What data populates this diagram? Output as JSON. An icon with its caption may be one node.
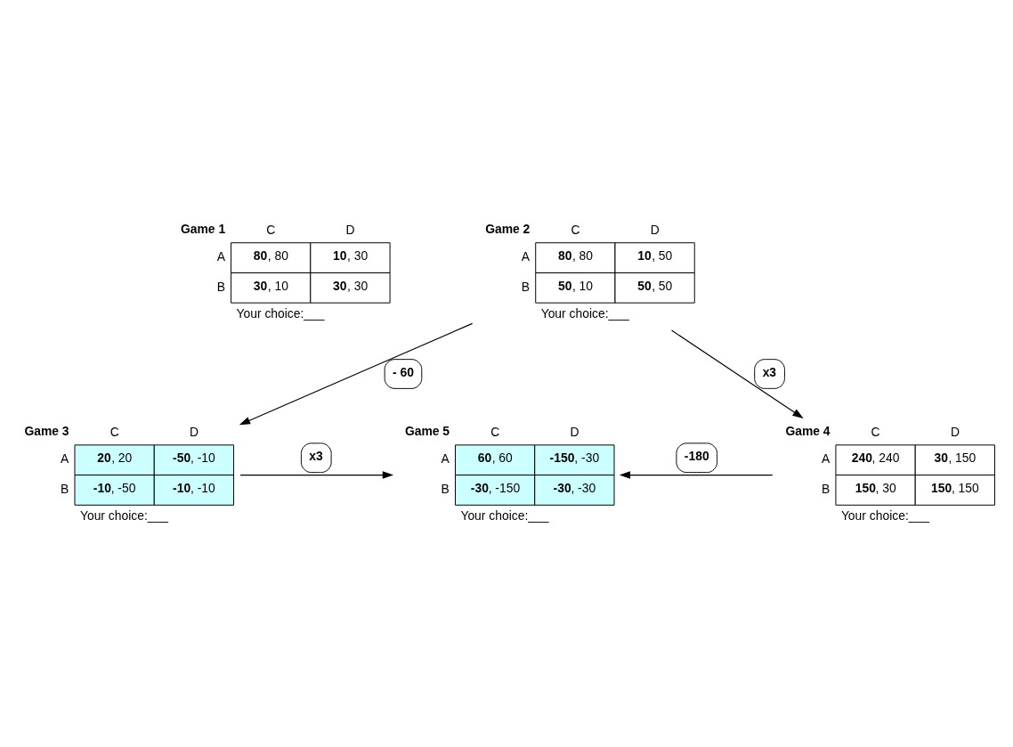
{
  "diagram": {
    "nodes": [
      {
        "text": [
          "Game 1",
          "C",
          "D",
          "A",
          "**80**, 80",
          "**10**, 30",
          "B",
          "**30**, 10",
          "**30**, 30"
        ],
        "beside": [
          "Your choice:___"
        ]
      },
      {
        "text": [
          "Game 2",
          "C",
          "D",
          "A",
          "**80**, 80",
          "**10**, 50",
          "B",
          "**50**, 10",
          "**50**, 50"
        ],
        "beside": [
          "Your choice:___"
        ]
      },
      {
        "text": [
          "Game 3",
          "C",
          "D",
          "A",
          "**20**, 20",
          "**-50**, -10",
          "B",
          "**-10**, -50",
          "**-10**, -10"
        ],
        "beside": [
          "Your choice:___"
        ]
      },
      {
        "text": [
          "Game 4",
          "C",
          "D",
          "A",
          "**240**, 240",
          "**30**, 150",
          "B",
          "**150**, 30",
          "**150**, 150"
        ],
        "beside": [
          "Your choice:___"
        ]
      },
      {
        "text": [
          "Game 5",
          "C",
          "D",
          "A",
          "**60**, 60",
          "**-150**, -30",
          "B",
          "**-30**, -150",
          "**-30**, -30"
        ],
        "beside": [
          "Your choice:___"
        ]
      }
    ],
    "edges": [
      {
        "from": 1,
        "to": 2,
        "arrow": "to",
        "label": "- 60"
      },
      {
        "from": 1,
        "to": 3,
        "arrow": "to",
        "label": "x3"
      },
      {
        "from": 2,
        "to": 4,
        "arrow": "to",
        "label": "x3"
      },
      {
        "from": 3,
        "to": 4,
        "arrow": "to",
        "label": "-180"
      }
    ]
  }
}
